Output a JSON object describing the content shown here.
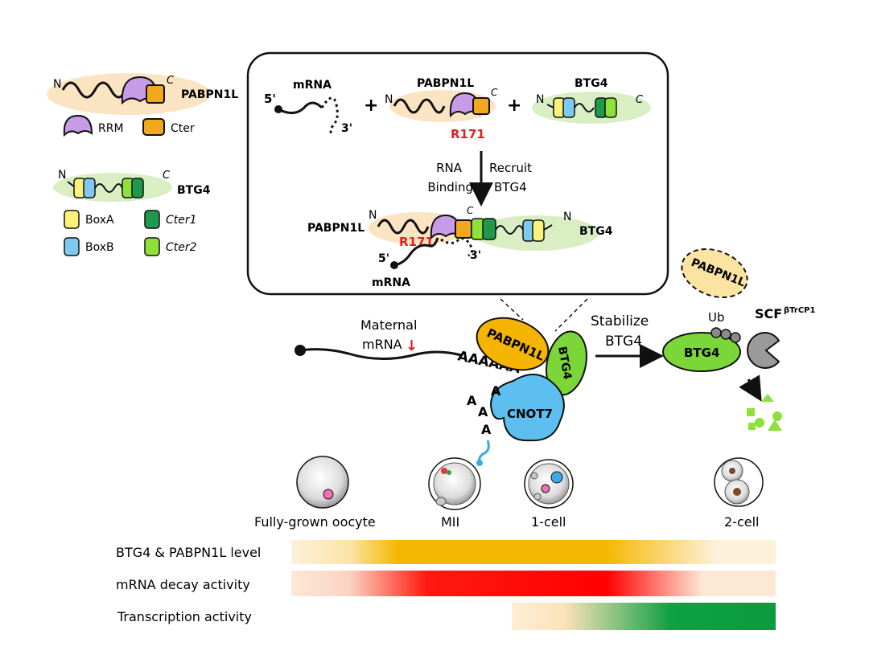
{
  "legend": {
    "pabpn1l_name": "PABPN1L",
    "btg4_name": "BTG4",
    "n_terminal": "N",
    "c_terminal": "C",
    "rrm": "RRM",
    "cter": "Cter",
    "boxa": "BoxA",
    "boxb": "BoxB",
    "cter1": "Cter1",
    "cter2": "Cter2"
  },
  "inset": {
    "mrna": "mRNA",
    "five_prime": "5'",
    "three_prime": "3'",
    "plus": "+",
    "pabpn1l": "PABPN1L",
    "btg4": "BTG4",
    "r171": "R171",
    "arrow_left_1": "RNA",
    "arrow_left_2": "Binding",
    "arrow_right_1": "Recruit",
    "arrow_right_2": "BTG4",
    "complex_pabpn1l": "PABPN1L",
    "complex_btg4": "BTG4",
    "complex_r171": "R171",
    "complex_mrna": "mRNA",
    "n": "N",
    "c": "C"
  },
  "middle": {
    "maternal_1": "Maternal",
    "maternal_2": "mRNA",
    "down_arrow": "↓",
    "poly_a": "AAAAAA",
    "a_tail": [
      "A",
      "A",
      "A",
      "A"
    ],
    "pabpn1l": "PABPN1L",
    "btg4": "BTG4",
    "cnot7": "CNOT7",
    "stabilize_1": "Stabilize",
    "stabilize_2": "BTG4",
    "degraded_pabpn1l": "PABPN1L",
    "ub": "Ub",
    "scf": "SCF",
    "scf_sup": "βTrCP1",
    "btg4_right": "BTG4"
  },
  "stages": {
    "items": [
      "Fully-grown oocyte",
      "MII",
      "1-cell",
      "2-cell"
    ]
  },
  "bars": {
    "rows": [
      {
        "label": "BTG4 & PABPN1L level",
        "color": "#f5b800"
      },
      {
        "label": "mRNA decay activity",
        "color": "#ff0000"
      },
      {
        "label": "Transcription activity",
        "color": "#0ea042"
      }
    ]
  },
  "colors": {
    "pabpn1l_orange": "#f2a81d",
    "rrm_purple": "#c89be8",
    "box_yellow": "#fbf27a",
    "box_blue": "#7fc8ef",
    "cter1_green": "#1f9a4c",
    "cter2_green": "#8ee03a",
    "btg4_green": "#7bd63a",
    "cnot7_blue": "#5dbfef",
    "red_text": "#e02020"
  }
}
